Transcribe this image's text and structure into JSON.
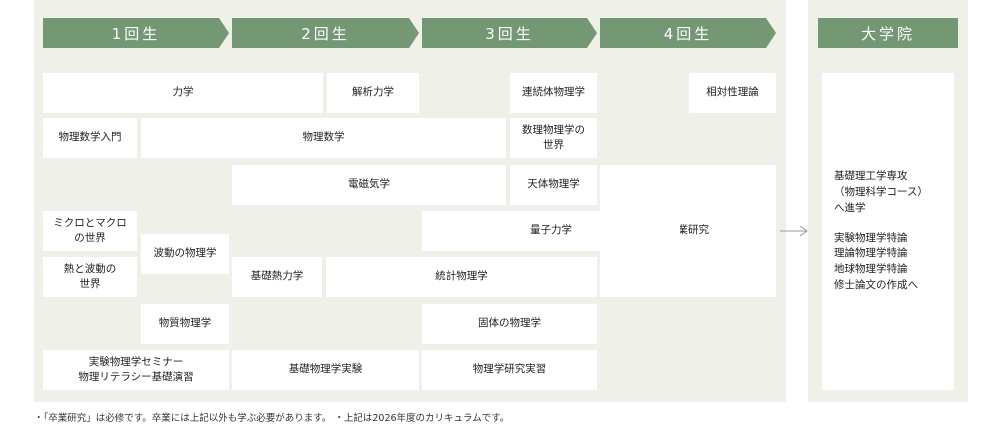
{
  "headers": {
    "year1": "1回生",
    "year2": "2回生",
    "year3": "3回生",
    "year4": "4回生",
    "grad": "大学院"
  },
  "courses": {
    "mechanics": "力学",
    "analytical_mechanics": "解析力学",
    "continuum_physics": "連続体物理学",
    "relativity": "相対性理論",
    "intro_math_physics": "物理数学入門",
    "math_physics": "物理数学",
    "mathematical_physics": "数理物理学の\n世界",
    "electromagnetism": "電磁気学",
    "astrophysics": "天体物理学",
    "micro_macro": "ミクロとマクロ\nの世界",
    "waves_physics": "波動の物理学",
    "quantum_mechanics": "量子力学",
    "graduation_research": "卒業研究",
    "heat_waves": "熱と波動の\n世界",
    "basic_thermo": "基礎熱力学",
    "statistical_physics": "統計物理学",
    "matter_physics": "物質物理学",
    "solid_state": "固体の物理学",
    "seminar_literacy": "実験物理学セミナー\n物理リテラシー基礎演習",
    "basic_experiments": "基礎物理学実験",
    "research_training": "物理学研究実習"
  },
  "graduate": {
    "program": "基礎理工学専攻\n（物理科学コース）\nへ進学",
    "subjects": "実験物理学特論\n理論物理学特論\n地球物理学特論\n修士論文の作成へ"
  },
  "footnote": "・「卒業研究」は必修です。卒業には上記以外も学ぶ必要があります。 ・上記は2026年度のカリキュラムです。"
}
